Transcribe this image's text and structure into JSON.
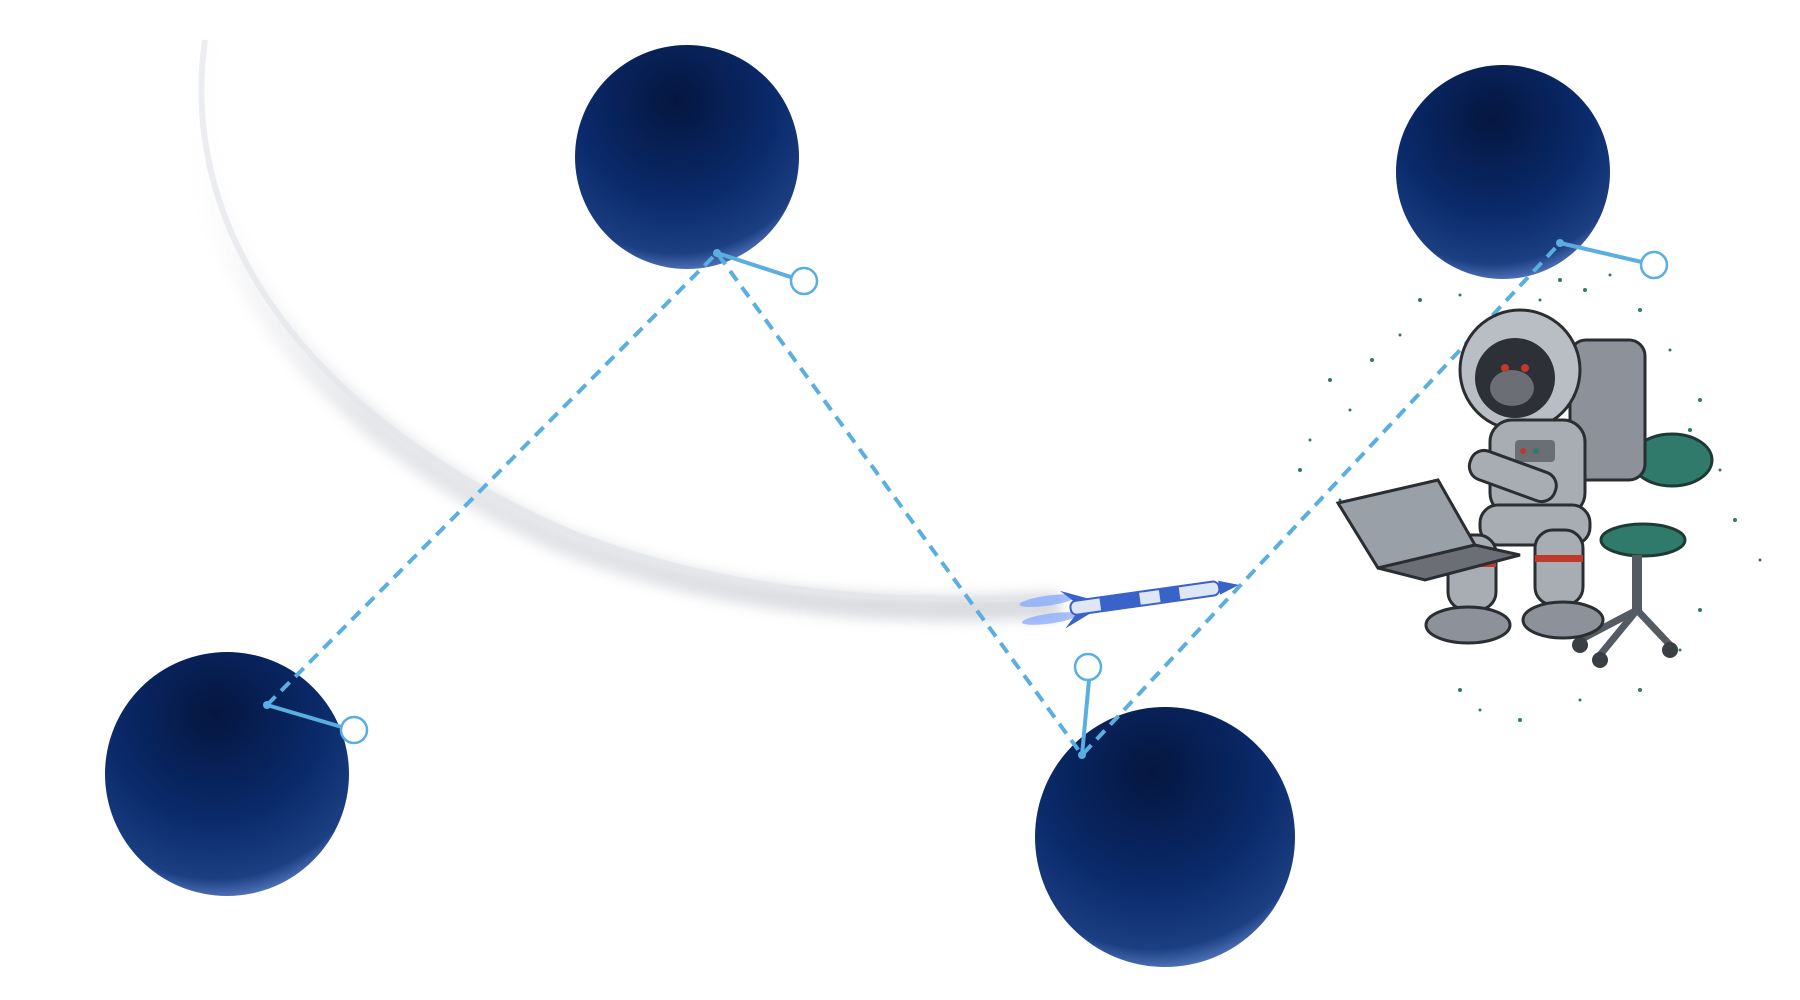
{
  "scene": {
    "background": "#ffffff",
    "planet_color_dark": "#051640",
    "planet_color_mid": "#0a2a6a",
    "planet_color_light": "#6d8fd6",
    "connector_color": "#5aaee0",
    "trail_color": "#c9ccd2",
    "rocket_color": "#3a63c9",
    "rocket_flame_color": "#7fa4ff",
    "chair_color": "#2f7a6a",
    "suit_color": "#a8acb3"
  },
  "planets": [
    {
      "id": "top-center"
    },
    {
      "id": "top-right"
    },
    {
      "id": "bottom-left"
    },
    {
      "id": "bottom-center"
    }
  ],
  "icons": {
    "rocket": "rocket-icon",
    "astronaut": "astronaut-ape-icon",
    "laptop": "laptop-icon",
    "office_chair": "office-chair-icon"
  }
}
